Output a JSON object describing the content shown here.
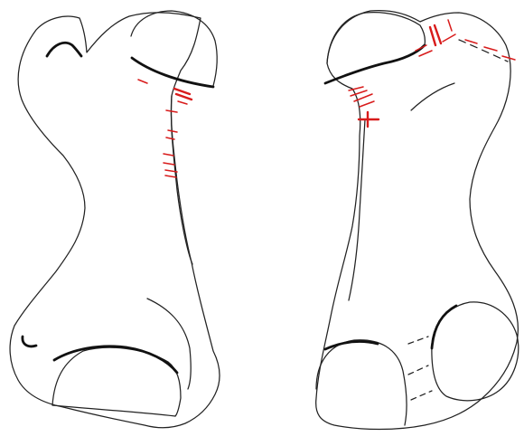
{
  "figure": {
    "views": [
      {
        "side": "left",
        "shape": "bone-outline"
      },
      {
        "side": "right",
        "shape": "bone-outline"
      }
    ]
  },
  "colors": {
    "background": "#ffffff",
    "outline": "#222222",
    "outline_heavy": "#111111",
    "cut_marks": "#d81b1b"
  }
}
